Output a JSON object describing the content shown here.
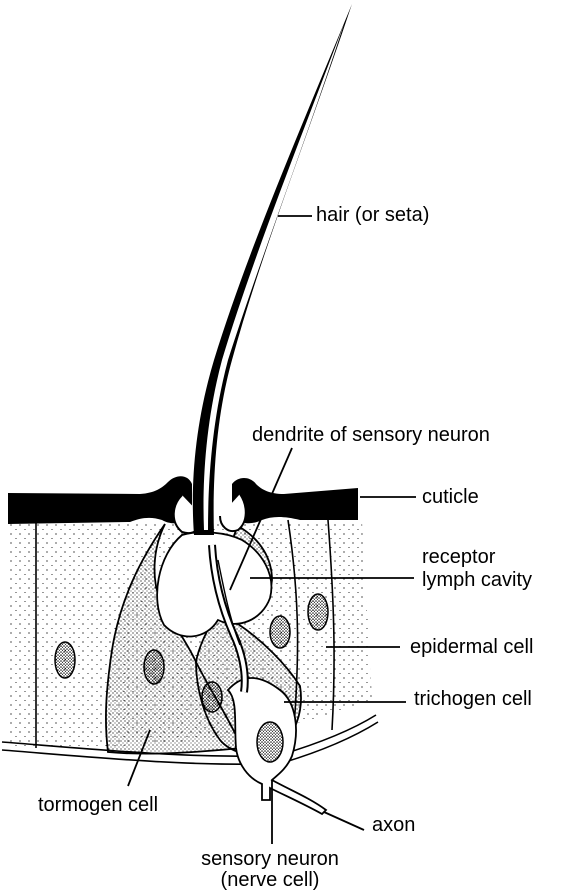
{
  "labels": {
    "hair": "hair (or seta)",
    "dendrite": "dendrite of sensory neuron",
    "cuticle": "cuticle",
    "receptor_line1": "receptor",
    "receptor_line2": "lymph cavity",
    "epidermal": "epidermal cell",
    "trichogen": "trichogen cell",
    "tormogen": "tormogen cell",
    "axon": "axon",
    "sensory_line1": "sensory neuron",
    "sensory_line2": "(nerve cell)"
  }
}
